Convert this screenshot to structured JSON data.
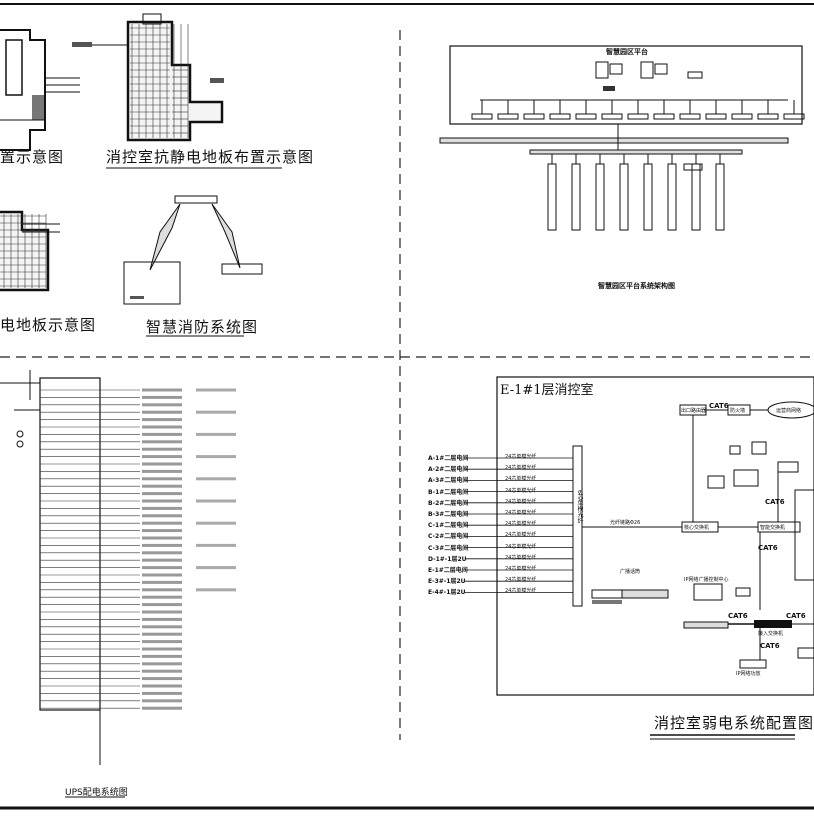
{
  "panels": {
    "floor_layout": {
      "caption_partial": "置示意图"
    },
    "antistatic": {
      "caption": "消控室抗静电地板布置示意图"
    },
    "floor_partial": {
      "caption_partial": "电地板示意图"
    },
    "smart_fire": {
      "caption": "智慧消防系统图"
    },
    "platform": {
      "title": "智慧园区平台",
      "caption": "智慧园区平台系统架构图"
    },
    "ups": {
      "caption": "UPS配电系统图"
    },
    "weak_current": {
      "room_title": "E-1#1层消控室",
      "caption": "消控室弱电系统配置图",
      "cable_main": "CAT6",
      "riser_text": "6芯单模光纤",
      "inputs": [
        "A-1#二层电间",
        "A-2#二层电间",
        "A-3#二层电间",
        "B-1#二层电间",
        "B-2#二层电间",
        "B-3#二层电间",
        "C-1#二层电间",
        "C-2#二层电间",
        "C-3#二层电间",
        "D-1#-1层2U",
        "E-1#二层电间",
        "E-3#-1层2U",
        "E-4#-1层2U"
      ],
      "fiber_label": "24芯单模光纤",
      "uplink_label": "光纤链路Φ26",
      "nodes": {
        "isp": "运营商网络",
        "firewall": "防火墙",
        "router": "出口路由器",
        "core_switch": "核心交换机",
        "smart_switch": "智能交换机",
        "broadcast": "广播话筒",
        "ip_center": "IP网络广播控制中心",
        "access_switch": "接入交换机",
        "ip_pa": "IP网络功放"
      }
    }
  }
}
